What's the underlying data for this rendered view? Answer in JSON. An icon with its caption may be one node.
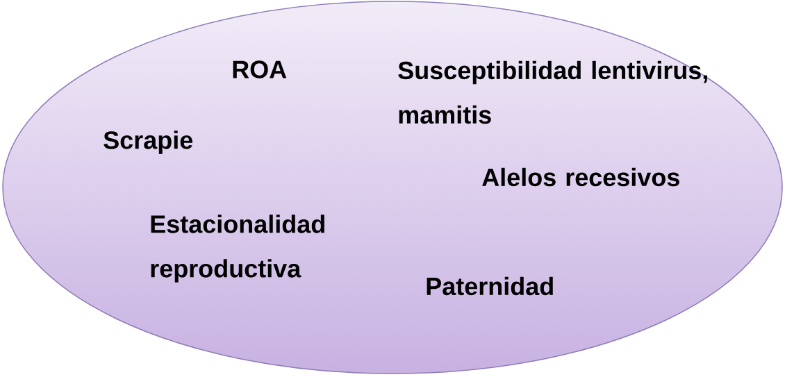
{
  "diagram": {
    "nodes": [
      {
        "text": [
          "ROA",
          "Susceptibilidad lentivirus, mamitis",
          "Scrapie",
          "Alelos recesivos",
          "Estacionalidad reproductiva",
          "Paternidad"
        ]
      }
    ]
  }
}
